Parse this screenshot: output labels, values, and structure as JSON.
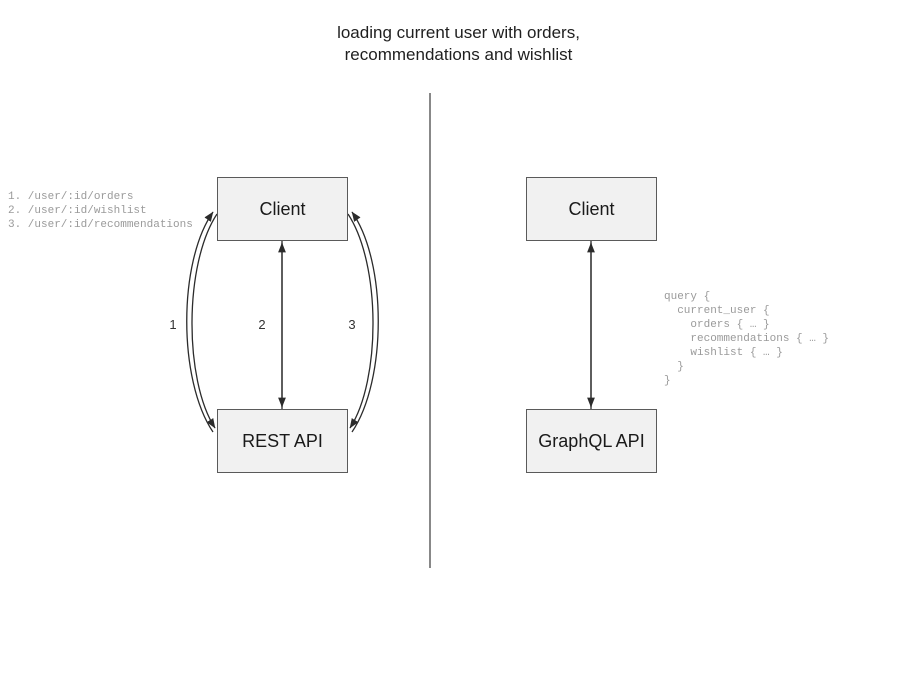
{
  "title": "loading current user with orders,\nrecommendations and wishlist",
  "left_panel": {
    "endpoints_text": "1. /user/:id/orders\n2. /user/:id/wishlist\n3. /user/:id/recommendations",
    "endpoints": [
      {
        "number": "1.",
        "path": "/user/:id/orders"
      },
      {
        "number": "2.",
        "path": "/user/:id/wishlist"
      },
      {
        "number": "3.",
        "path": "/user/:id/recommendations"
      }
    ],
    "nodes": {
      "client": "Client",
      "api": "REST API"
    },
    "edge_labels": [
      "1",
      "2",
      "3"
    ]
  },
  "right_panel": {
    "nodes": {
      "client": "Client",
      "api": "GraphQL API"
    },
    "query_text": "query {\n  current_user {\n    orders { … }\n    recommendations { … }\n    wishlist { … }\n  }\n}",
    "query_lines": [
      "query {",
      "  current_user {",
      "    orders { … }",
      "    recommendations { … }",
      "    wishlist { … }",
      "  }",
      "}"
    ]
  },
  "colors": {
    "box_fill": "#f1f1f1",
    "box_border": "#5a5a5a",
    "edge_stroke": "#2b2b2b",
    "divider": "#555555",
    "code_text": "#9a9a9a",
    "title_text": "#1f1f1f",
    "background": "#ffffff"
  }
}
